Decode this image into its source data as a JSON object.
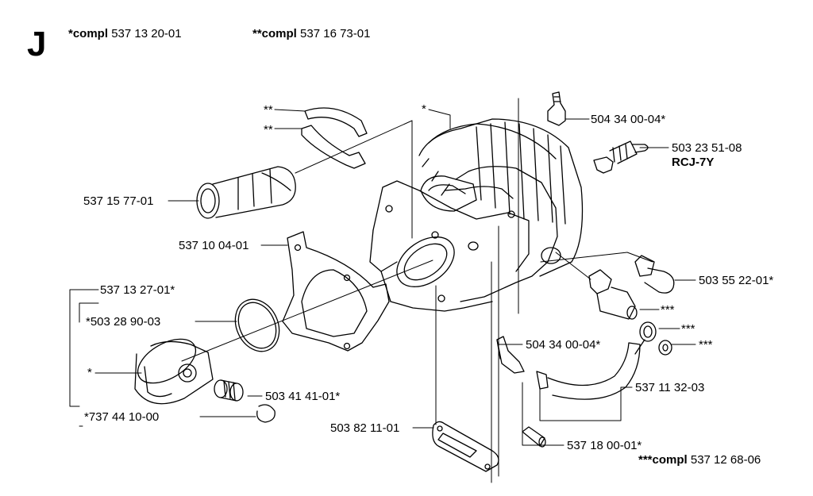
{
  "section_letter": "J",
  "header": {
    "compl1_prefix": "*compl",
    "compl1_number": "537 13 20-01",
    "compl2_prefix": "**compl",
    "compl2_number": "537 16 73-01"
  },
  "footer": {
    "compl3_prefix": "***compl",
    "compl3_number": "537 12 68-06"
  },
  "labels": {
    "star2_a": "**",
    "star2_b": "**",
    "star1_top": "*",
    "p_504_34_00_04_top": "504 34 00-04*",
    "p_503_23_51_08": "503 23 51-08",
    "rcj7y": "RCJ-7Y",
    "p_537_15_77_01": "537 15 77-01",
    "p_537_10_04_01": "537 10 04-01",
    "p_503_55_22_01": "503 55 22-01*",
    "p_537_13_27_01": "537 13 27-01*",
    "star3_a": "***",
    "star3_b": "***",
    "star3_c": "***",
    "p_503_28_90_03": "*503 28 90-03",
    "p_504_34_00_04_mid": "504 34 00-04*",
    "star1_piston": "*",
    "p_537_11_32_03": "537 11 32-03",
    "p_503_41_41_01": "503 41 41-01*",
    "p_737_44_10_00": "*737 44 10-00",
    "p_503_82_11_01": "503 82 11-01",
    "p_537_18_00_01": "537 18 00-01*"
  }
}
